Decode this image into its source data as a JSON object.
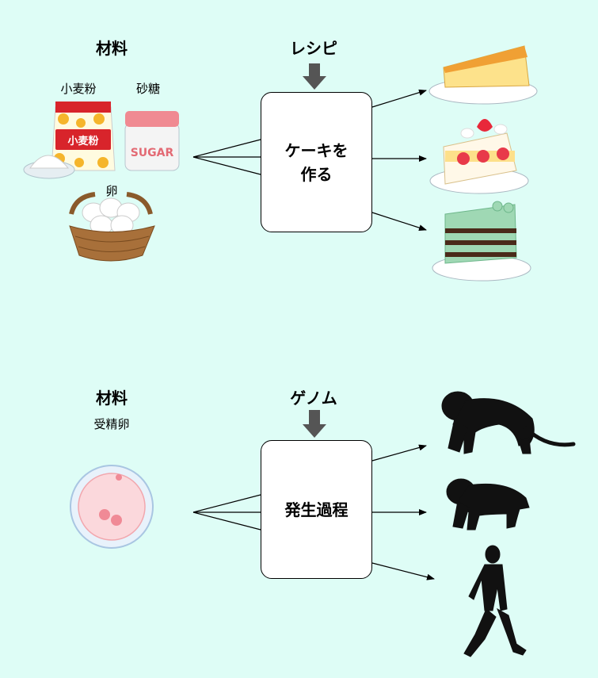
{
  "top": {
    "materials_title": "材料",
    "flour_label": "小麦粉",
    "sugar_label": "砂糖",
    "egg_label": "卵",
    "recipe_label": "レシピ",
    "process_line1": "ケーキを",
    "process_line2": "作る",
    "flour_bag_text": "小麦粉",
    "sugar_jar_text": "SUGAR"
  },
  "bottom": {
    "materials_title": "材料",
    "egg_cell_label": "受精卵",
    "genome_label": "ゲノム",
    "process_label": "発生過程"
  },
  "colors": {
    "background": "#defdf6",
    "arrow_block": "#555555",
    "silhouette": "#111111"
  }
}
